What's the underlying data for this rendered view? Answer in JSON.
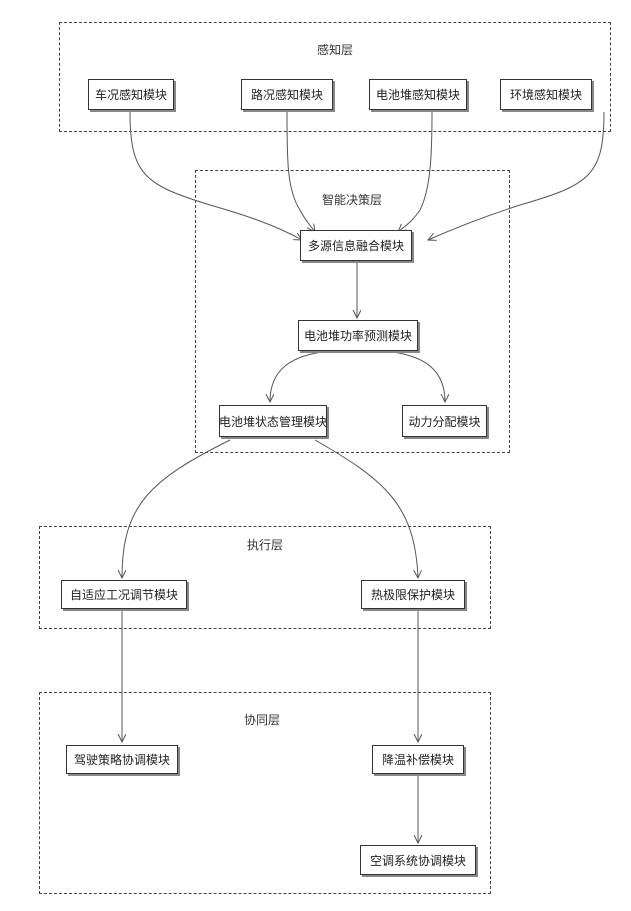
{
  "layers": {
    "perception": "感知层",
    "decision": "智能决策层",
    "execution": "执行层",
    "coordination": "协同层"
  },
  "modules": {
    "vehicle_condition": "车况感知模块",
    "road_condition": "路况感知模块",
    "battery_stack": "电池堆感知模块",
    "environment": "环境感知模块",
    "fusion": "多源信息融合模块",
    "power_prediction": "电池堆功率预测模块",
    "battery_state_mgmt": "电池堆状态管理模块",
    "power_distribution": "动力分配模块",
    "adaptive_condition": "自适应工况调节模块",
    "thermal_protection": "热极限保护模块",
    "driving_strategy": "驾驶策略协调模块",
    "cooling_compensation": "降温补偿模块",
    "ac_system": "空调系统协调模块"
  },
  "colors": {
    "line": "#555555",
    "border": "#333333",
    "shadow": "#888888"
  }
}
